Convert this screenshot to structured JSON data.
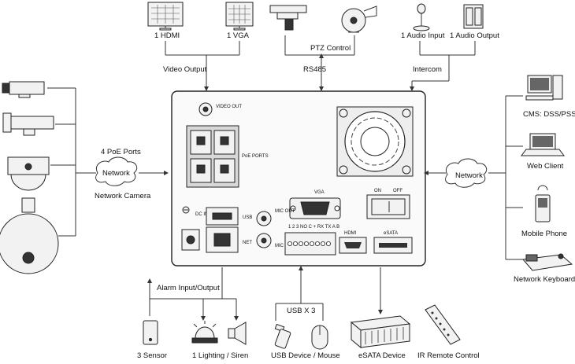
{
  "top": {
    "hdmi": "1 HDMI",
    "vga": "1 VGA",
    "video_output": "Video Output",
    "ptz_control": "PTZ Control",
    "rs485": "RS485",
    "audio_input": "1 Audio Input",
    "audio_output": "1 Audio Output",
    "intercom": "Intercom"
  },
  "left": {
    "poe_ports": "4 PoE Ports",
    "network": "Network",
    "network_camera": "Network Camera"
  },
  "right": {
    "network": "Network",
    "cms": "CMS: DSS/PSS",
    "web_client": "Web Client",
    "mobile_phone": "Mobile Phone",
    "network_keyboard": "Network Keyboard"
  },
  "bottom": {
    "alarm": "Alarm Input/Output",
    "usb_x3": "USB X 3",
    "sensor": "3 Sensor",
    "lighting_siren": "1 Lighting / Siren",
    "usb_device_mouse": "USB Device / Mouse",
    "esata_device": "eSATA Device",
    "ir_remote": "IR Remote Control"
  },
  "panel": {
    "vga": "VGA",
    "on": "ON",
    "off": "OFF",
    "hdmi": "HDMI",
    "esata": "eSATA",
    "usb": "USB",
    "net": "NET",
    "mic_out": "MIC OUT",
    "mic_in": "MIC IN",
    "poe_ports": "PoE PORTS",
    "video_out": "VIDEO OUT",
    "dc_in": "DC IN",
    "terminal": "1 2 3 NO C + RX TX A B"
  }
}
